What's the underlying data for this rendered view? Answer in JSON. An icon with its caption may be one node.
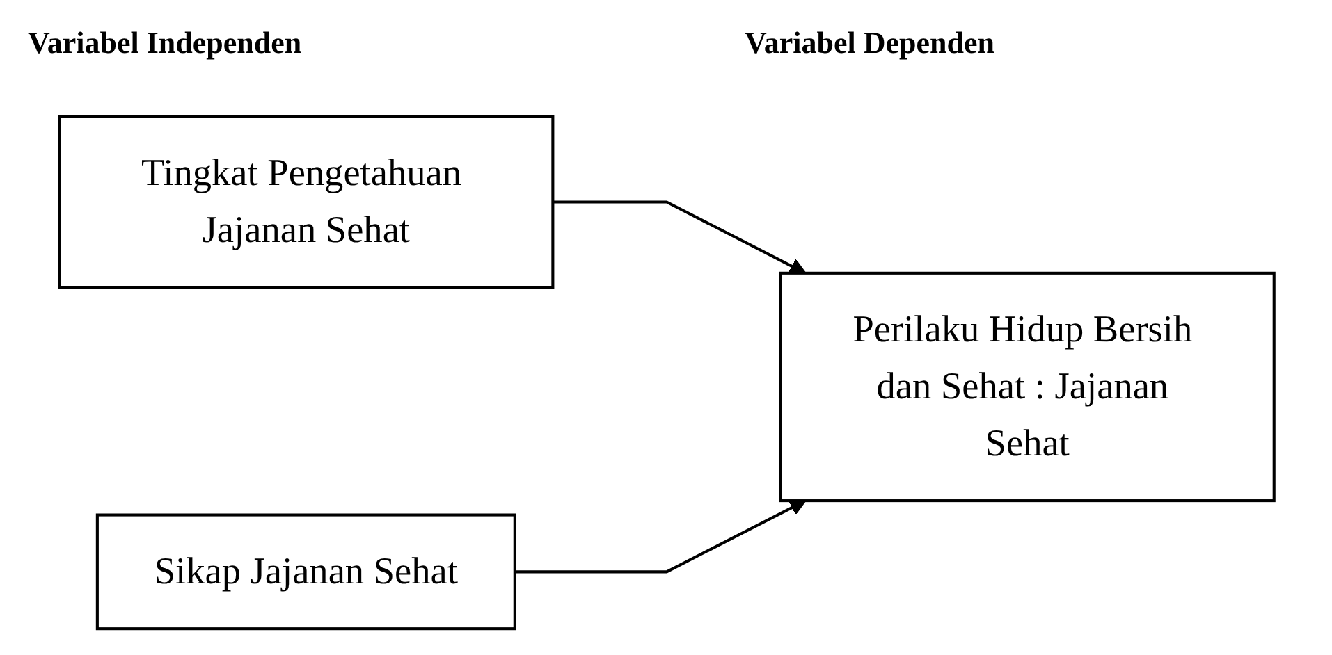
{
  "diagram": {
    "nodes": [
      {
        "text": [
          "Tingkat Pengetahuan Jajanan Sehat"
        ]
      },
      {
        "text": [
          "Perilaku Hidup Bersih dan Sehat : Jajanan Sehat"
        ]
      },
      {
        "text": [
          "Sikap Jajanan Sehat"
        ]
      }
    ],
    "edges": [
      {
        "from": 0,
        "to": 1,
        "arrow": "to"
      },
      {
        "from": 2,
        "to": 1,
        "arrow": "to"
      }
    ],
    "labels": [
      "Variabel Independen",
      "Variabel Dependen"
    ]
  }
}
